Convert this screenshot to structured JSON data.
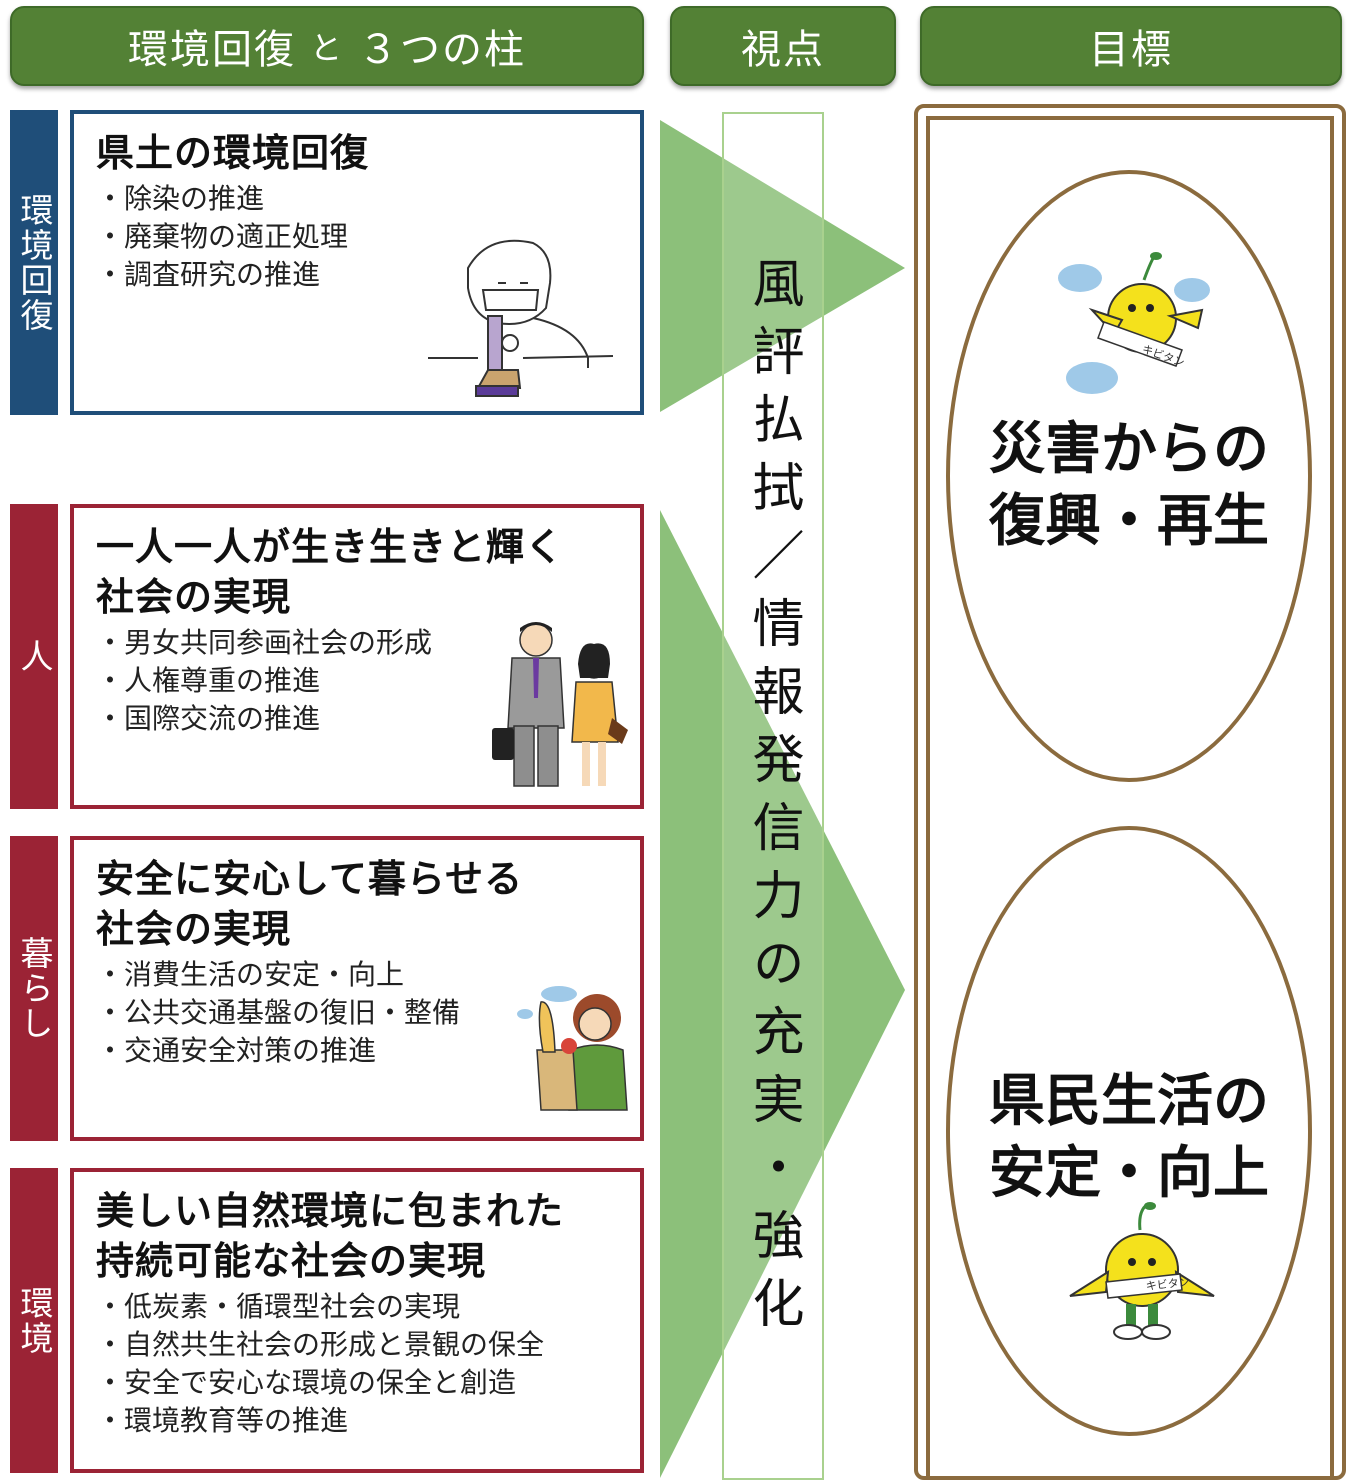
{
  "headers": {
    "pillars_main": "環境回復",
    "pillars_and": "と",
    "pillars_rest": "３つの柱",
    "viewpoint": "視点",
    "goal": "目標"
  },
  "pillars": [
    {
      "side_label": "環境回復",
      "title": "県土の環境回復",
      "items": [
        "除染の推進",
        "廃棄物の適正処理",
        "調査研究の推進"
      ]
    },
    {
      "side_label": "人",
      "title": "一人一人が生き生きと輝く\n社会の実現",
      "items": [
        "男女共同参画社会の形成",
        "人権尊重の推進",
        "国際交流の推進"
      ]
    },
    {
      "side_label": "暮らし",
      "title": "安全に安心して暮らせる\n社会の実現",
      "items": [
        "消費生活の安定・向上",
        "公共交通基盤の復旧・整備",
        "交通安全対策の推進"
      ]
    },
    {
      "side_label": "環境",
      "title": "美しい自然環境に包まれた\n持続可能な社会の実現",
      "items": [
        "低炭素・循環型社会の実現",
        "自然共生社会の形成と景観の保全",
        "安全で安心な環境の保全と創造",
        "環境教育等の推進"
      ]
    }
  ],
  "viewpoint_text": "風評払拭／情報発信力の充実・強化",
  "goals": [
    {
      "text": "災害からの\n復興・再生"
    },
    {
      "text": "県民生活の\n安定・向上"
    }
  ],
  "mascot_sash": "キビタン",
  "colors": {
    "header_green": "#538135",
    "blue": "#1f4e79",
    "red": "#9b2335",
    "arrow_green": "#8cc07a",
    "goal_brown": "#8b6b3e"
  }
}
